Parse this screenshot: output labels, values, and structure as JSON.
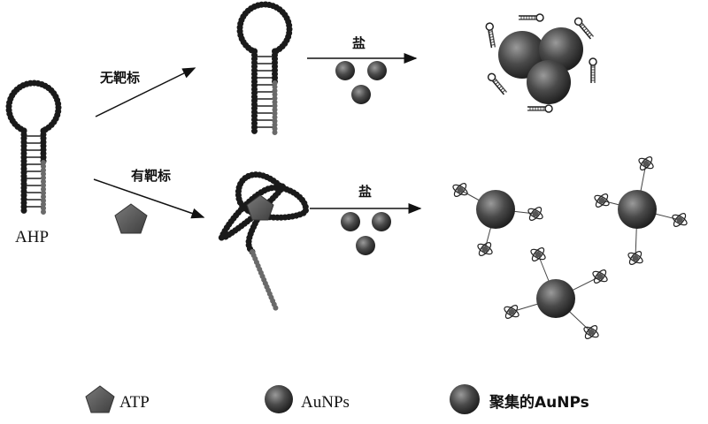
{
  "labels": {
    "no_target": "无靶标",
    "with_target": "有靶标",
    "salt_top": "盐",
    "salt_bottom": "盐",
    "ahp": "AHP"
  },
  "legend": [
    {
      "icon": "pentagon-icon",
      "label": "ATP"
    },
    {
      "icon": "sphere-icon",
      "label": "AuNPs"
    },
    {
      "icon": "sphere-icon",
      "label": "聚集的AuNPs"
    }
  ],
  "colors": {
    "strand": "#1a1a1a",
    "strand_tail": "#6a6a6a",
    "atp": "#555555",
    "particle": "#3a3a3a"
  }
}
